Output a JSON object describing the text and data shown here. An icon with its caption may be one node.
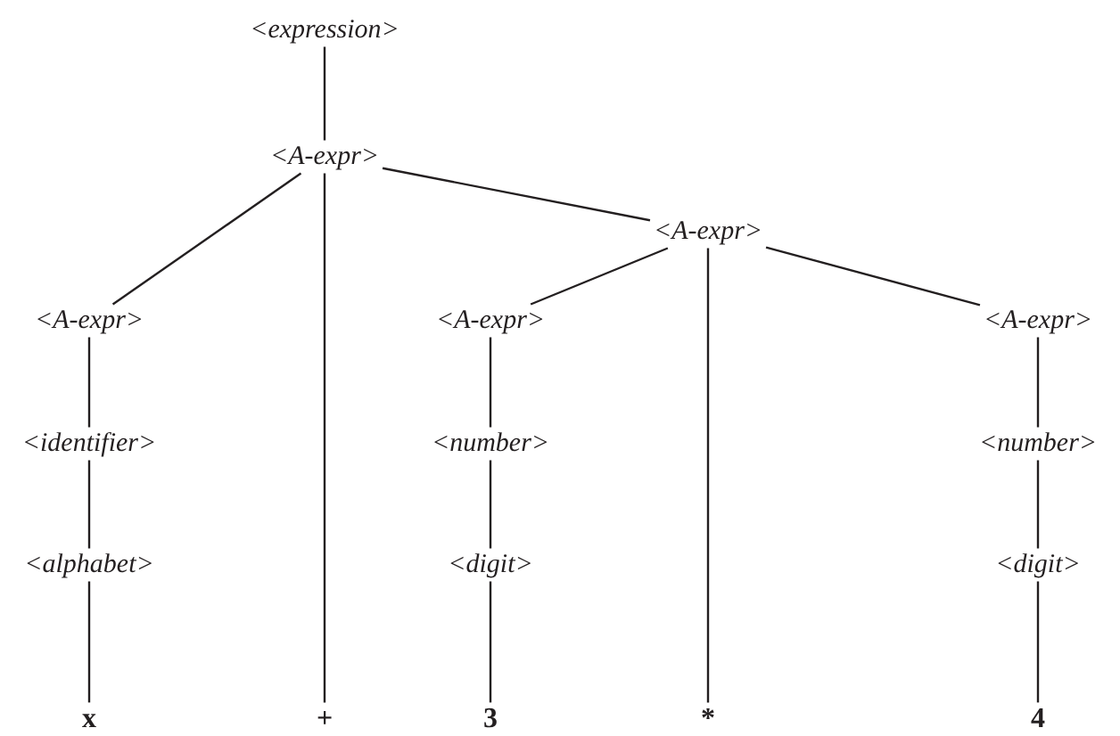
{
  "diagram": {
    "nodes": [
      {
        "text": [
          "<expression>"
        ]
      },
      {
        "text": [
          "<A-expr>"
        ]
      },
      {
        "text": [
          "<A-expr>"
        ]
      },
      {
        "text": [
          "<identifier>"
        ]
      },
      {
        "text": [
          "<alphabet>"
        ]
      },
      {
        "text": [
          "x"
        ]
      },
      {
        "text": [
          "+"
        ]
      },
      {
        "text": [
          "<A-expr>"
        ]
      },
      {
        "text": [
          "<A-expr>"
        ]
      },
      {
        "text": [
          "<number>"
        ]
      },
      {
        "text": [
          "<digit>"
        ]
      },
      {
        "text": [
          "3"
        ]
      },
      {
        "text": [
          "*"
        ]
      },
      {
        "text": [
          "<A-expr>"
        ]
      },
      {
        "text": [
          "<number>"
        ]
      },
      {
        "text": [
          "<digit>"
        ]
      },
      {
        "text": [
          "4"
        ]
      }
    ],
    "edges": [
      {
        "from": 0,
        "to": 1,
        "arrow": "none"
      },
      {
        "from": 1,
        "to": 2,
        "arrow": "none"
      },
      {
        "from": 1,
        "to": 6,
        "arrow": "none"
      },
      {
        "from": 1,
        "to": 7,
        "arrow": "none"
      },
      {
        "from": 2,
        "to": 3,
        "arrow": "none"
      },
      {
        "from": 3,
        "to": 4,
        "arrow": "none"
      },
      {
        "from": 4,
        "to": 5,
        "arrow": "none"
      },
      {
        "from": 7,
        "to": 8,
        "arrow": "none"
      },
      {
        "from": 7,
        "to": 12,
        "arrow": "none"
      },
      {
        "from": 7,
        "to": 13,
        "arrow": "none"
      },
      {
        "from": 8,
        "to": 9,
        "arrow": "none"
      },
      {
        "from": 9,
        "to": 10,
        "arrow": "none"
      },
      {
        "from": 10,
        "to": 11,
        "arrow": "none"
      },
      {
        "from": 13,
        "to": 14,
        "arrow": "none"
      },
      {
        "from": 14,
        "to": 15,
        "arrow": "none"
      },
      {
        "from": 15,
        "to": 16,
        "arrow": "none"
      }
    ]
  }
}
